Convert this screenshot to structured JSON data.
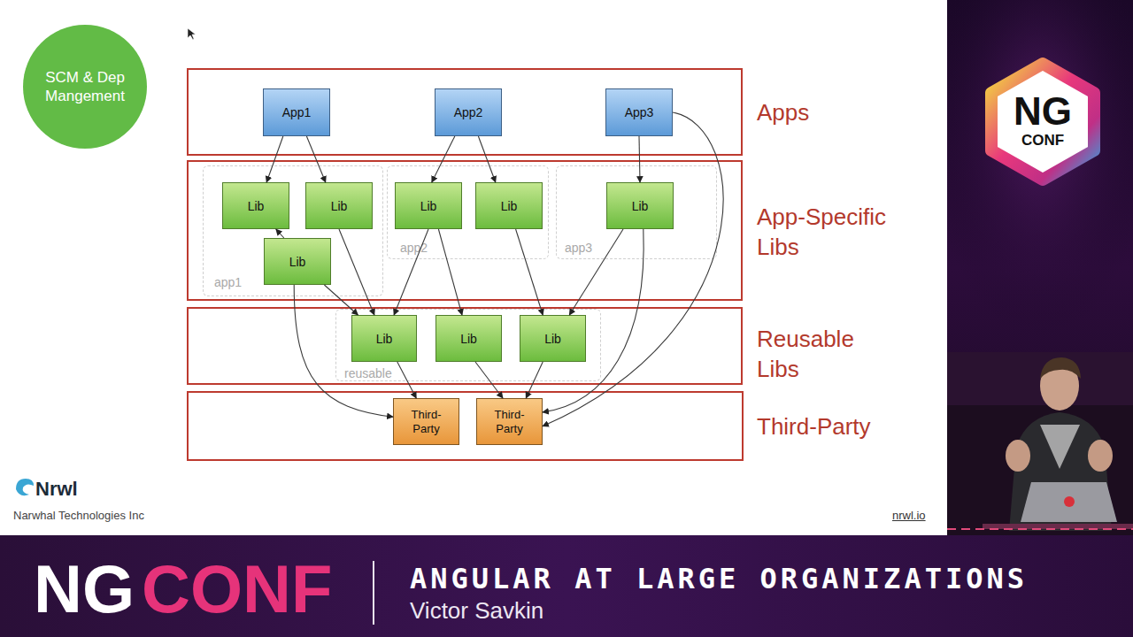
{
  "diagram": {
    "nodes": [
      {
        "text": [
          "SCM & Dep Mangement"
        ]
      },
      {
        "text": [
          "Apps"
        ]
      },
      {
        "text": [
          "App1"
        ],
        "in": 1
      },
      {
        "text": [
          "App2"
        ],
        "in": 1
      },
      {
        "text": [
          "App3"
        ],
        "in": 1
      },
      {
        "text": [
          "App-Specific Libs"
        ]
      },
      {
        "text": [
          "app1"
        ],
        "in": 5
      },
      {
        "text": [
          "Lib"
        ],
        "in": 6
      },
      {
        "text": [
          "Lib"
        ],
        "in": 6
      },
      {
        "text": [
          "Lib"
        ],
        "in": 6
      },
      {
        "text": [
          "app2"
        ],
        "in": 5
      },
      {
        "text": [
          "Lib"
        ],
        "in": 10
      },
      {
        "text": [
          "Lib"
        ],
        "in": 10
      },
      {
        "text": [
          "app3"
        ],
        "in": 5
      },
      {
        "text": [
          "Lib"
        ],
        "in": 13
      },
      {
        "text": [
          "Reusable Libs"
        ]
      },
      {
        "text": [
          "reusable"
        ],
        "in": 15
      },
      {
        "text": [
          "Lib"
        ],
        "in": 16
      },
      {
        "text": [
          "Lib"
        ],
        "in": 16
      },
      {
        "text": [
          "Lib"
        ],
        "in": 16
      },
      {
        "text": [
          "Third-Party"
        ]
      },
      {
        "text": [
          "Third-Party"
        ],
        "in": 20
      },
      {
        "text": [
          "Third-Party"
        ],
        "in": 20
      }
    ],
    "edges": [
      {
        "from": 2,
        "to": 7,
        "arrow": "to"
      },
      {
        "from": 2,
        "to": 8,
        "arrow": "to"
      },
      {
        "from": 3,
        "to": 11,
        "arrow": "to"
      },
      {
        "from": 3,
        "to": 12,
        "arrow": "to"
      },
      {
        "from": 4,
        "to": 14,
        "arrow": "to"
      },
      {
        "from": 4,
        "to": 22,
        "arrow": "to"
      },
      {
        "from": 9,
        "to": 7,
        "arrow": "to"
      },
      {
        "from": 8,
        "to": 17,
        "arrow": "to"
      },
      {
        "from": 9,
        "to": 17,
        "arrow": "to"
      },
      {
        "from": 11,
        "to": 17,
        "arrow": "to"
      },
      {
        "from": 11,
        "to": 18,
        "arrow": "to"
      },
      {
        "from": 12,
        "to": 19,
        "arrow": "to"
      },
      {
        "from": 14,
        "to": 19,
        "arrow": "to"
      },
      {
        "from": 9,
        "to": 21,
        "arrow": "to"
      },
      {
        "from": 14,
        "to": 22,
        "arrow": "to"
      },
      {
        "from": 17,
        "to": 21,
        "arrow": "to"
      },
      {
        "from": 18,
        "to": 22,
        "arrow": "to"
      },
      {
        "from": 19,
        "to": 22,
        "arrow": "to"
      }
    ],
    "labels": [
      "Nrwl",
      "Narwhal Technologies Inc",
      "nrwl.io",
      "NG",
      "CONF",
      "NG",
      "CONF",
      "ANGULAR AT LARGE ORGANIZATIONS",
      "Victor Savkin"
    ]
  }
}
